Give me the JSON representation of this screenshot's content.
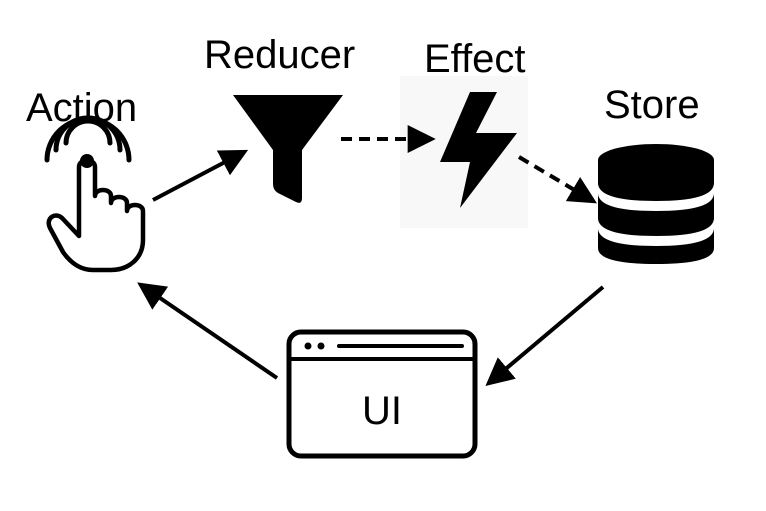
{
  "diagram": {
    "nodes": {
      "action": {
        "label": "Action",
        "icon": "touch-hand-icon"
      },
      "reducer": {
        "label": "Reducer",
        "icon": "funnel-icon"
      },
      "effect": {
        "label": "Effect",
        "icon": "lightning-bolt-icon"
      },
      "store": {
        "label": "Store",
        "icon": "database-icon"
      },
      "ui": {
        "label": "UI",
        "icon": "browser-window-icon"
      }
    },
    "edges": [
      {
        "from": "action",
        "to": "reducer",
        "style": "solid"
      },
      {
        "from": "reducer",
        "to": "effect",
        "style": "dashed"
      },
      {
        "from": "effect",
        "to": "store",
        "style": "dashed"
      },
      {
        "from": "store",
        "to": "ui",
        "style": "solid"
      },
      {
        "from": "ui",
        "to": "action",
        "style": "solid"
      }
    ],
    "colors": {
      "ink": "#000000",
      "background": "#ffffff",
      "effect_panel": "#f8f8f8"
    }
  }
}
